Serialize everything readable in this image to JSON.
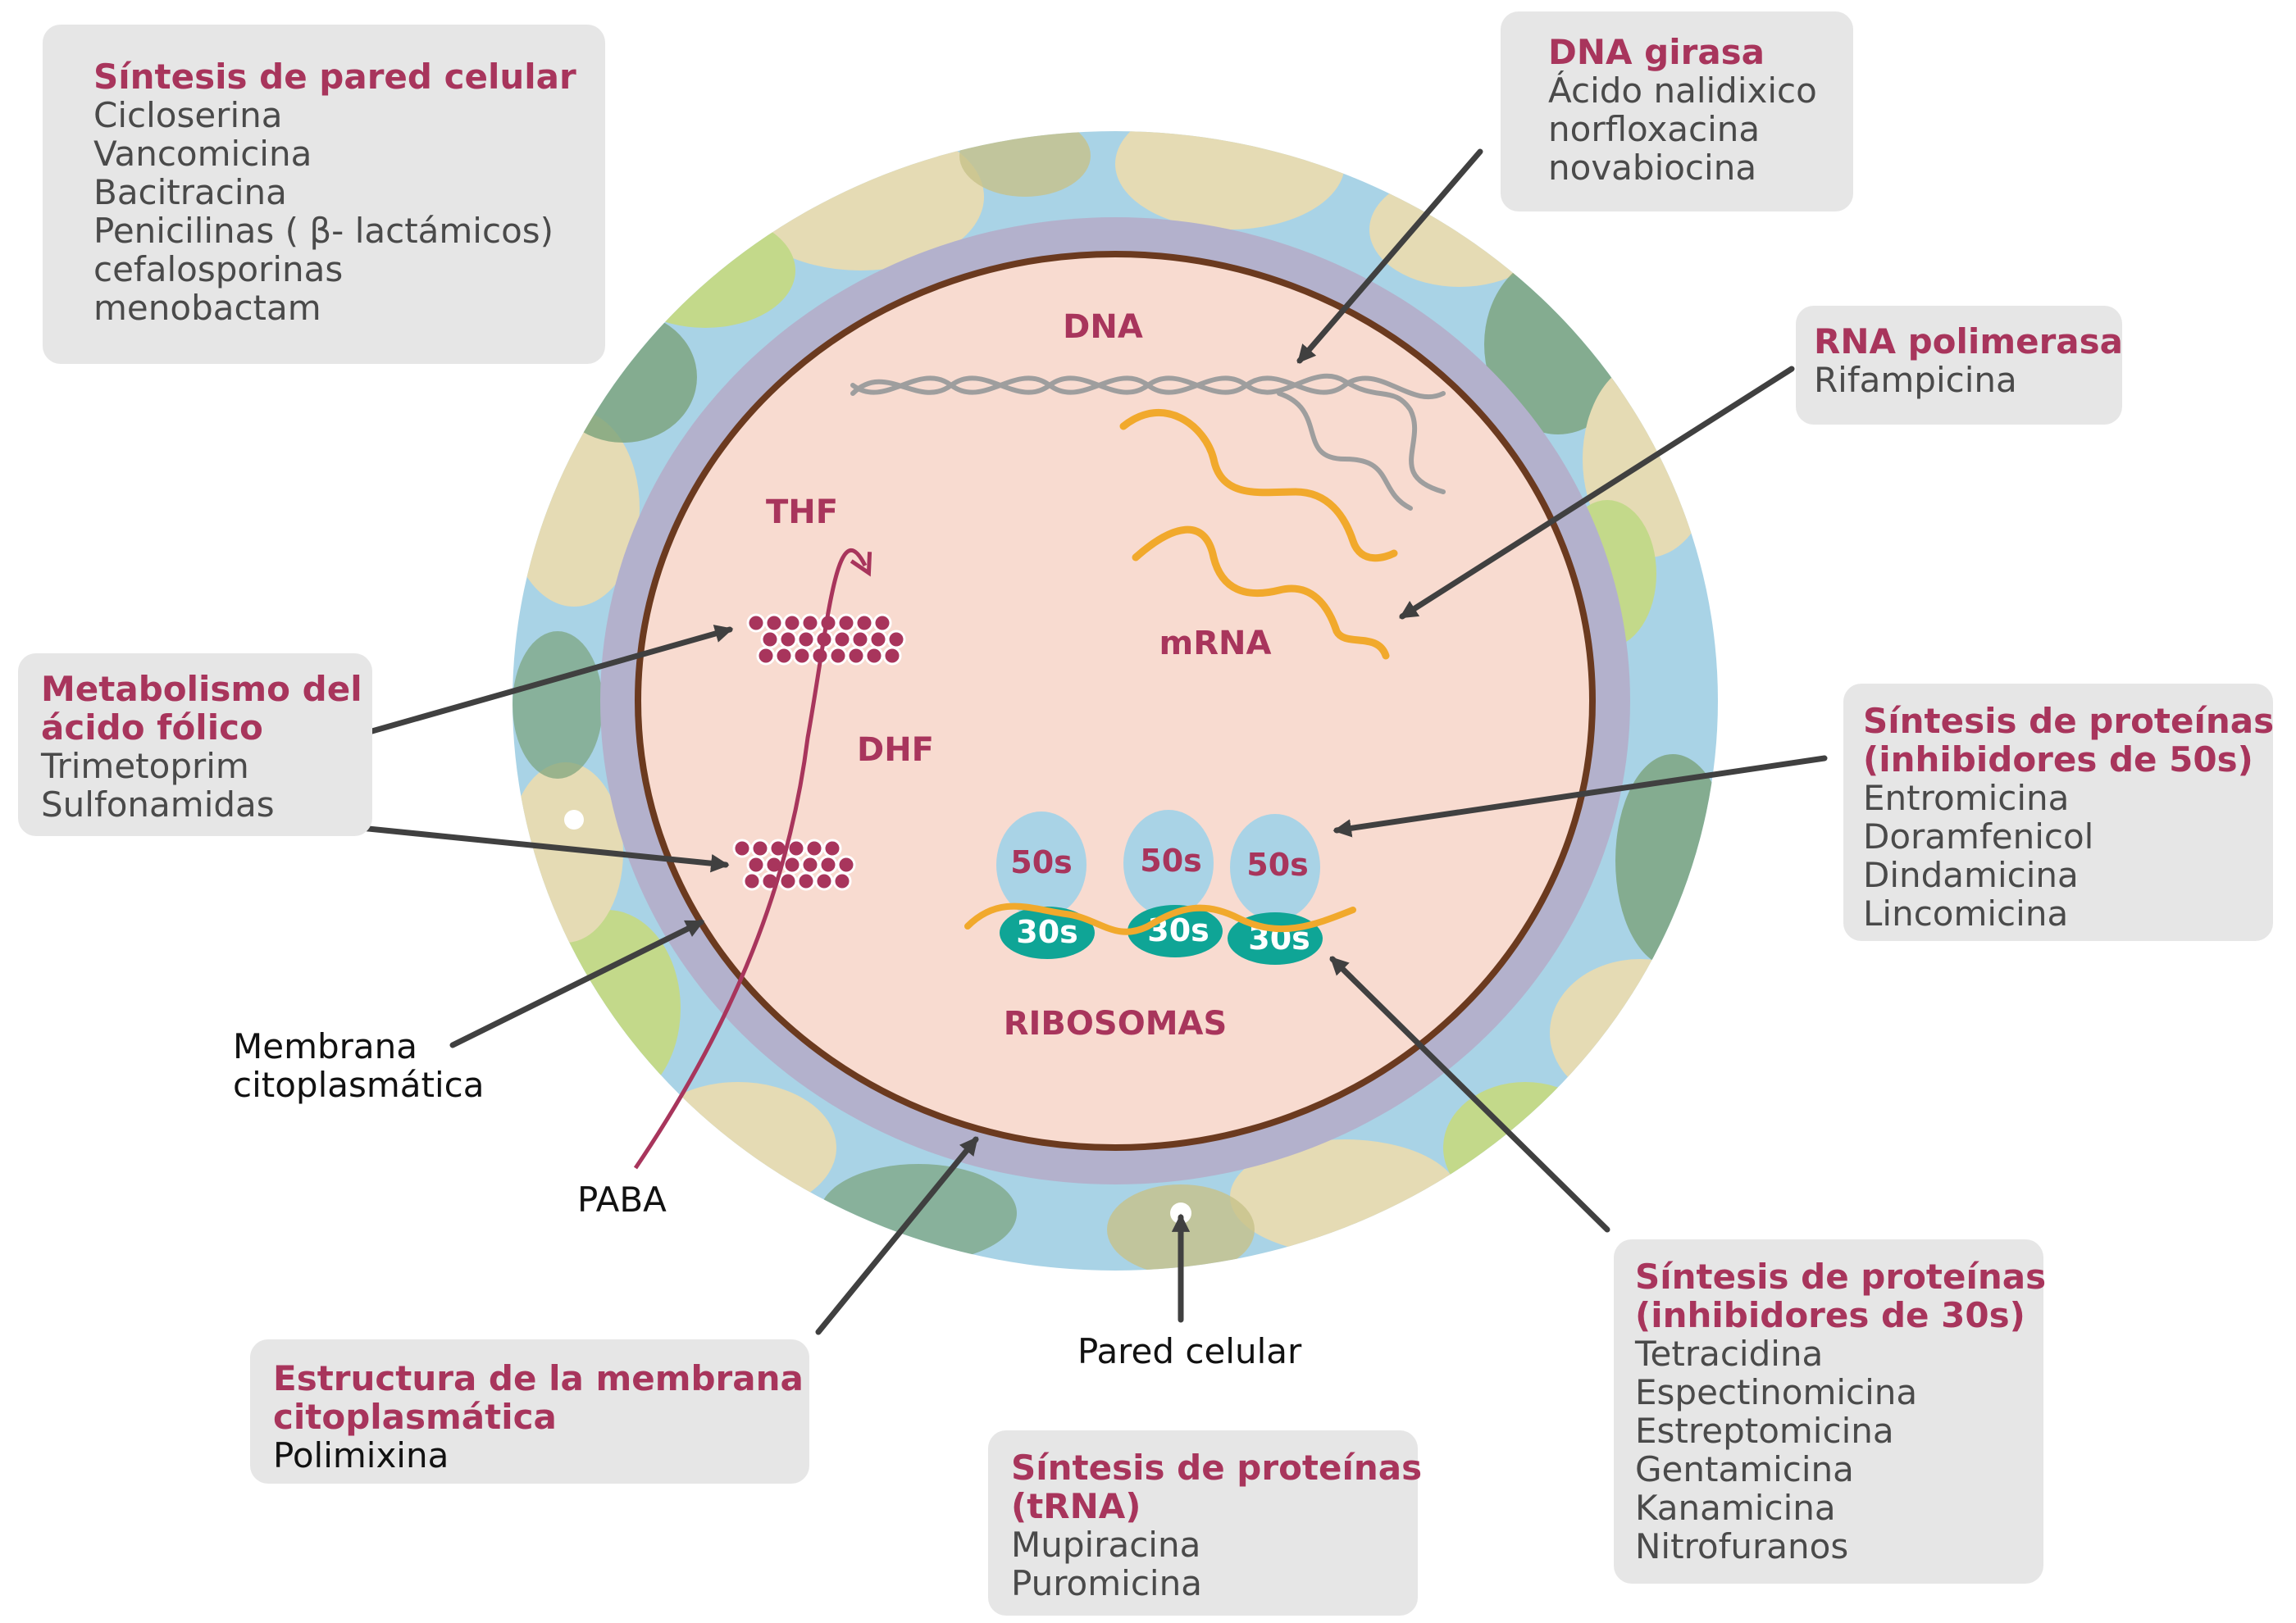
{
  "diagram": {
    "cell_labels": {
      "dna": "DNA",
      "mrna": "mRNA",
      "thf": "THF",
      "dhf": "DHF",
      "ribosomas": "RIBOSOMAS",
      "subunit_50s": "50s",
      "subunit_30s": "30s"
    },
    "outer_labels": {
      "membrana": [
        "Membrana",
        "citoplasmática"
      ],
      "paba": "PABA",
      "pared": "Pared celular"
    },
    "boxes": {
      "pared_celular": {
        "title": "Síntesis de pared celular",
        "items": [
          "Cicloserina",
          "Vancomicina",
          "Bacitracina",
          "Penicilinas ( β- lactámicos)",
          "cefalosporinas",
          "menobactam"
        ]
      },
      "dna_girasa": {
        "title": "DNA girasa",
        "items": [
          "Ácido nalidixico",
          "norfloxacina",
          "novabiocina"
        ]
      },
      "rna_polimerasa": {
        "title": "RNA polimerasa",
        "items": [
          "Rifampicina"
        ]
      },
      "folico": {
        "title_lines": [
          "Metabolismo del",
          "ácido fólico"
        ],
        "items": [
          "Trimetoprim",
          "Sulfonamidas"
        ]
      },
      "proteinas_50s": {
        "title_lines": [
          "Síntesis de proteínas",
          "(inhibidores de 50s)"
        ],
        "items": [
          "Entromicina",
          "Doramfenicol",
          "Dindamicina",
          "Lincomicina"
        ]
      },
      "membrana": {
        "title_lines": [
          "Estructura de la membrana",
          "citoplasmática"
        ],
        "items": [
          "Polimixina"
        ]
      },
      "proteinas_30s": {
        "title_lines": [
          "Síntesis de proteínas",
          "(inhibidores de 30s)"
        ],
        "items": [
          "Tetracidina",
          "Espectinomicina",
          "Estreptomicina",
          "Gentamicina",
          "Kanamicina",
          "Nitrofuranos"
        ]
      },
      "trna": {
        "title_lines": [
          "Síntesis de proteínas",
          "(tRNA)"
        ],
        "items": [
          "Mupiracina",
          "Puromicina"
        ]
      }
    },
    "colors": {
      "title": "#a8355c",
      "cytoplasm": "#f8dbd0",
      "membrane": "#b3b1cc",
      "inner_border": "#6b3a1f",
      "mrna": "#f1a92c",
      "dna": "#9e9e9e",
      "subunit_50s": "#a9d3e6",
      "subunit_30s": "#0fa596"
    }
  }
}
